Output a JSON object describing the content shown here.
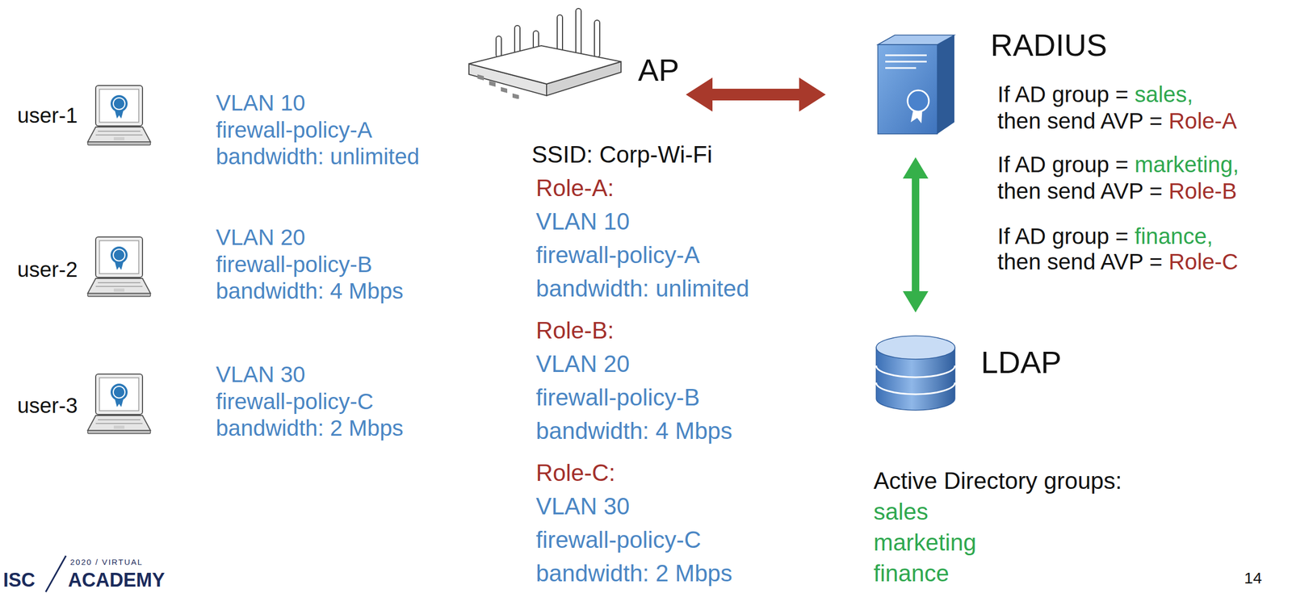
{
  "diagram": {
    "nodes": [
      {
        "text": [
          "user-1"
        ]
      },
      {
        "text": [
          "user-2"
        ]
      },
      {
        "text": [
          "user-3"
        ]
      },
      {
        "text": [
          "AP"
        ]
      },
      {
        "text": [
          "RADIUS"
        ]
      },
      {
        "text": [
          "LDAP"
        ]
      }
    ],
    "edges": [
      {
        "from": 3,
        "to": 4,
        "arrow": "both"
      },
      {
        "from": 4,
        "to": 5,
        "arrow": "both"
      }
    ],
    "labels": [
      "VLAN 10",
      "firewall-policy-A",
      "bandwidth: unlimited",
      "VLAN 20",
      "firewall-policy-B",
      "bandwidth: 4 Mbps",
      "VLAN 30",
      "firewall-policy-C",
      "bandwidth: 2 Mbps",
      "SSID: Corp-Wi-Fi",
      "Role-A:",
      "VLAN 10",
      "firewall-policy-A",
      "bandwidth: unlimited",
      "Role-B:",
      "VLAN 20",
      "firewall-policy-B",
      "bandwidth: 4 Mbps",
      "Role-C:",
      "VLAN 30",
      "firewall-policy-C",
      "bandwidth: 2 Mbps",
      "If AD group =",
      "sales,",
      "then send AVP =",
      "Role-A",
      "If AD group =",
      "marketing,",
      "then send AVP =",
      "Role-B",
      "If AD group =",
      "finance,",
      "then send AVP =",
      "Role-C",
      "Active Directory groups:",
      "sales",
      "marketing",
      "finance",
      "2020 / VIRTUAL",
      "ISC",
      "ACADEMY",
      "14"
    ]
  }
}
